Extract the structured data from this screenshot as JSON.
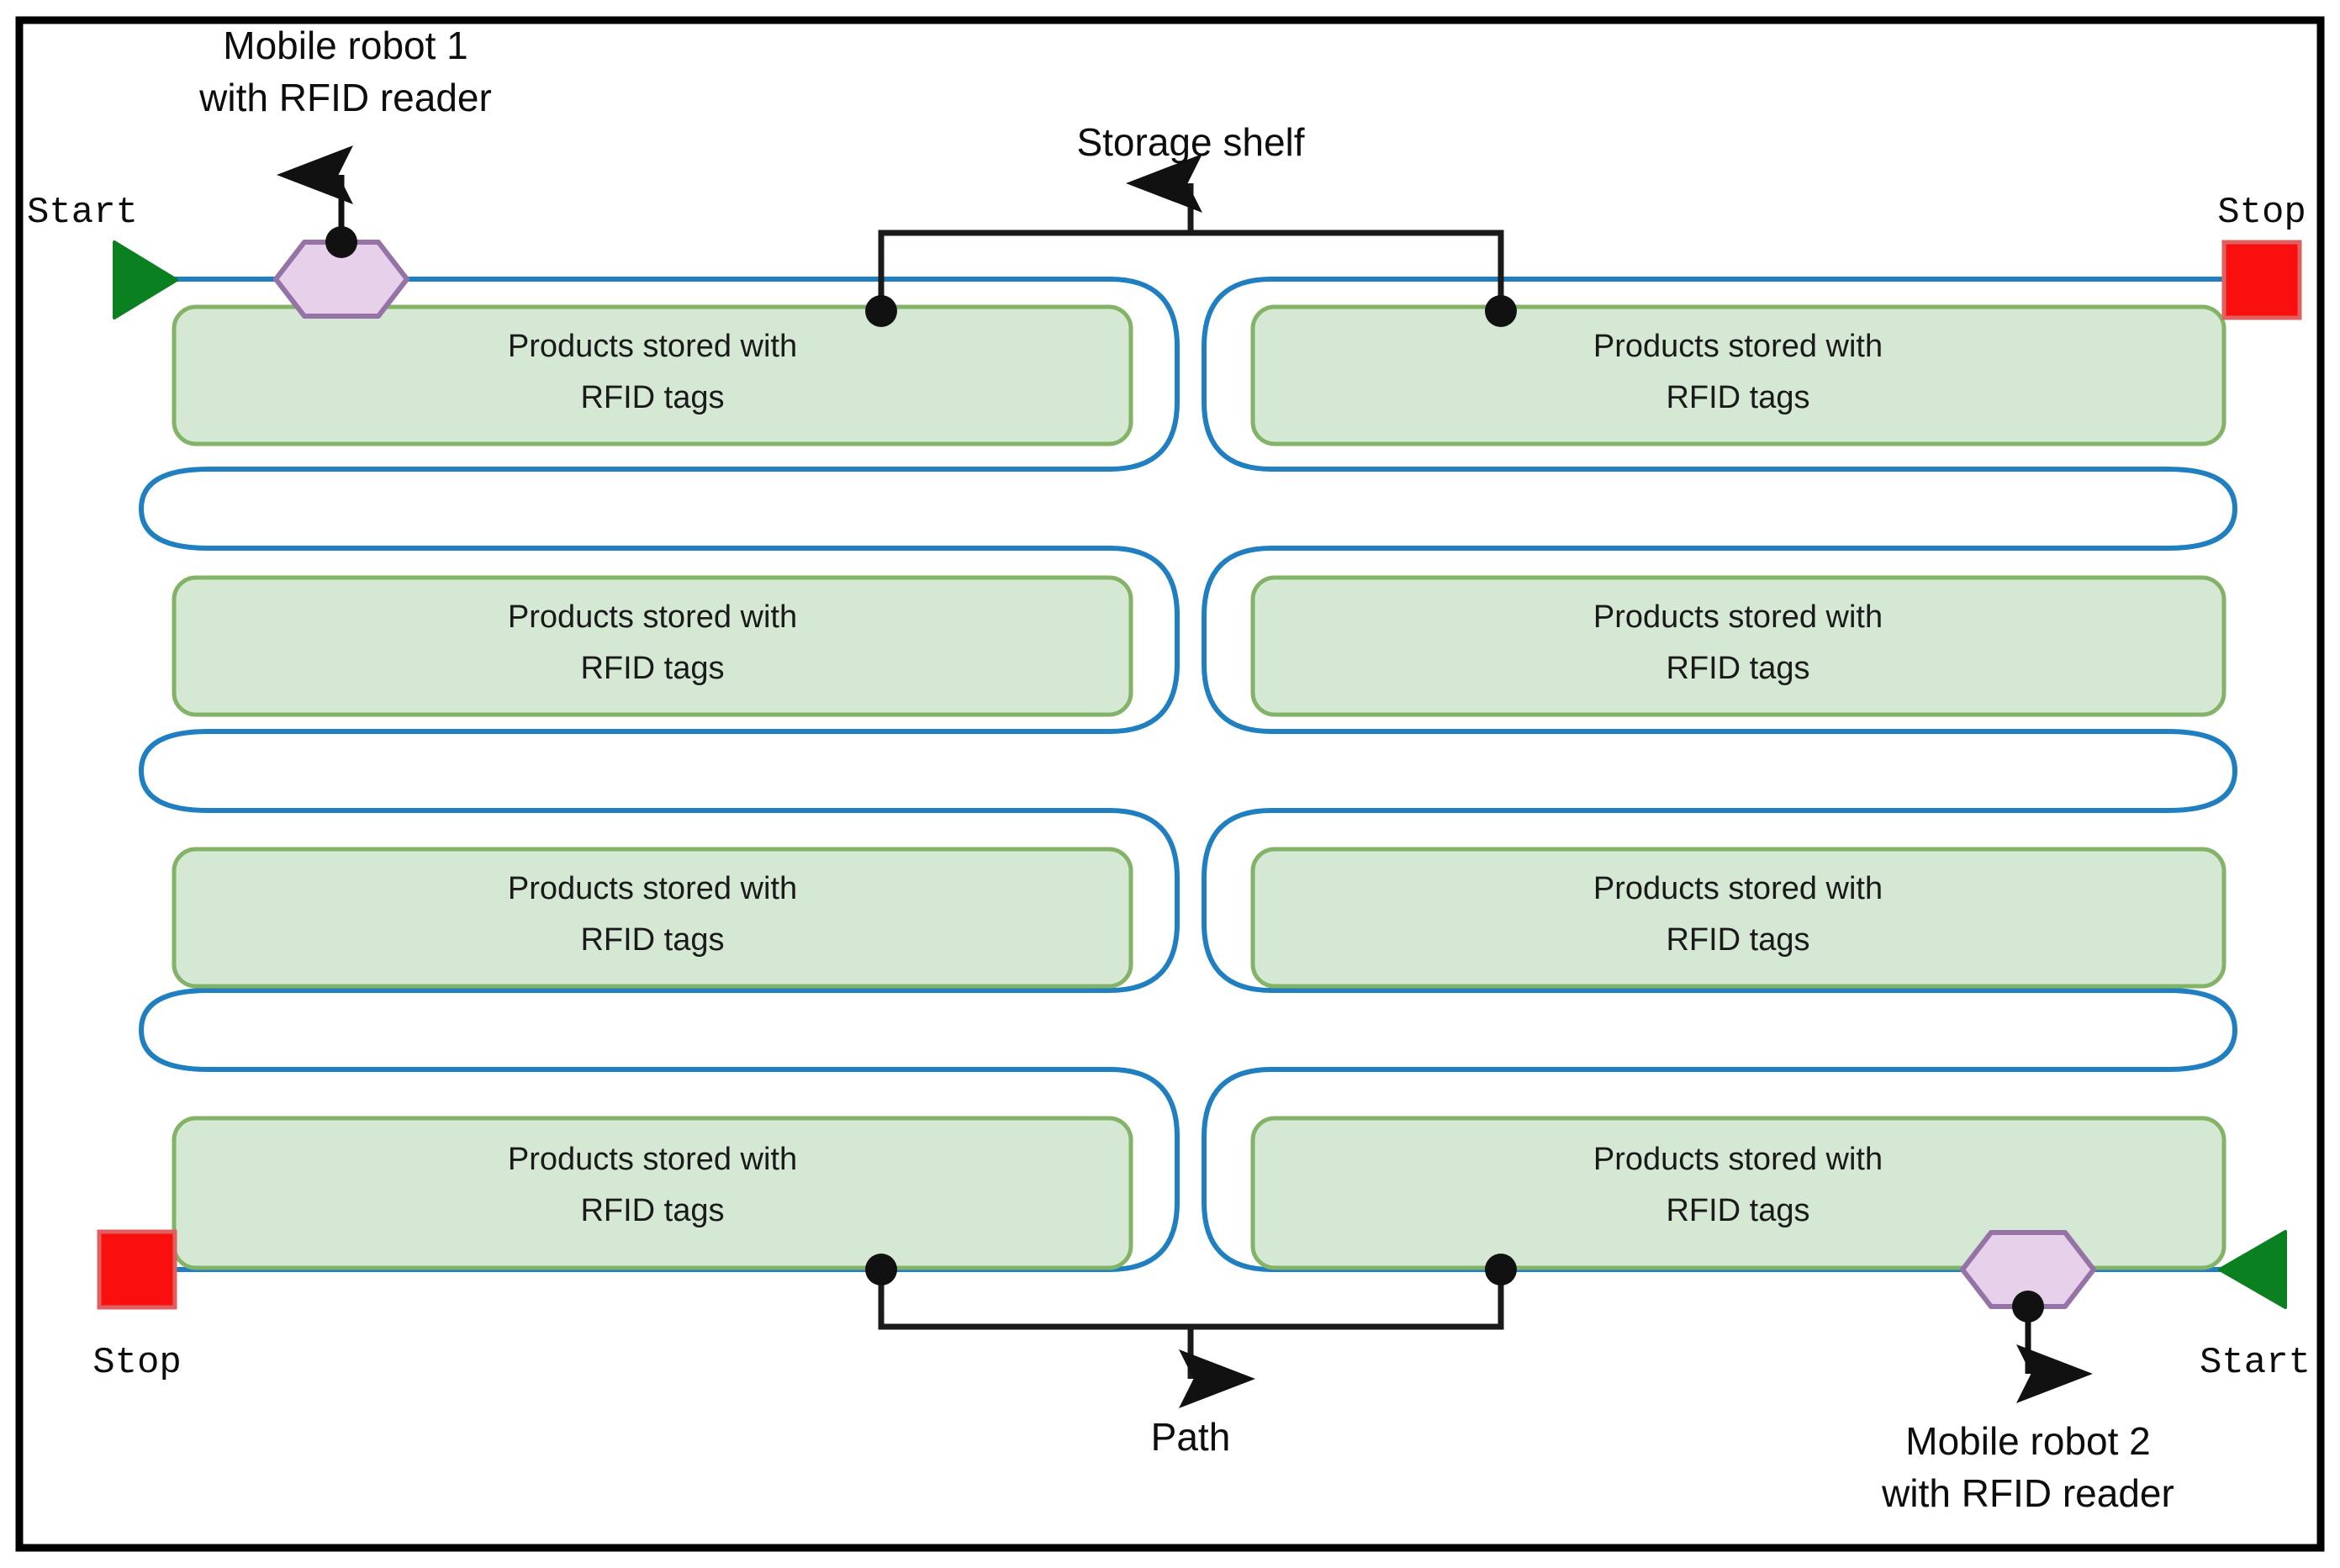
{
  "diagram": {
    "title": "Warehouse inventory scanning layout with two mobile RFID robots",
    "frame": {
      "border_color": "#000000",
      "background": "#ffffff"
    },
    "colors": {
      "path_blue": "#1f7fc0",
      "shelf_fill": "#d5e8d4",
      "shelf_border": "#82b366",
      "robot_fill": "#e6d0ea",
      "robot_border": "#9673a6",
      "start_green": "#0a8020",
      "stop_red": "#fa0f0f",
      "stop_border": "#e05050",
      "leader_black": "#1a1a1a"
    },
    "callouts": [
      {
        "name": "storage-shelf",
        "label": "Storage shelf",
        "direction": "up"
      },
      {
        "name": "path",
        "label": "Path",
        "direction": "down"
      }
    ],
    "robots": [
      {
        "name": "mobile-robot-1",
        "label_line1": "Mobile robot 1",
        "label_line2": "with RFID reader",
        "marker": "hexagon",
        "leader_direction": "up"
      },
      {
        "name": "mobile-robot-2",
        "label_line1": "Mobile robot 2",
        "label_line2": "with RFID reader",
        "marker": "hexagon",
        "leader_direction": "down"
      }
    ],
    "terminals": [
      {
        "name": "start-top-left",
        "label": "Start",
        "type": "start",
        "shape": "triangle-right"
      },
      {
        "name": "stop-top-right",
        "label": "Stop",
        "type": "stop",
        "shape": "square"
      },
      {
        "name": "stop-bottom-left",
        "label": "Stop",
        "type": "stop",
        "shape": "square"
      },
      {
        "name": "start-bottom-right",
        "label": "Start",
        "type": "start",
        "shape": "triangle-left"
      }
    ],
    "shelves": [
      {
        "row": 1,
        "side": "left",
        "line1": "Products stored with",
        "line2": "RFID tags"
      },
      {
        "row": 1,
        "side": "right",
        "line1": "Products stored with",
        "line2": "RFID tags"
      },
      {
        "row": 2,
        "side": "left",
        "line1": "Products stored with",
        "line2": "RFID tags"
      },
      {
        "row": 2,
        "side": "right",
        "line1": "Products stored with",
        "line2": "RFID tags"
      },
      {
        "row": 3,
        "side": "left",
        "line1": "Products stored with",
        "line2": "RFID tags"
      },
      {
        "row": 3,
        "side": "right",
        "line1": "Products stored with",
        "line2": "RFID tags"
      },
      {
        "row": 4,
        "side": "left",
        "line1": "Products stored with",
        "line2": "RFID tags"
      },
      {
        "row": 4,
        "side": "right",
        "line1": "Products stored with",
        "line2": "RFID tags"
      }
    ]
  }
}
